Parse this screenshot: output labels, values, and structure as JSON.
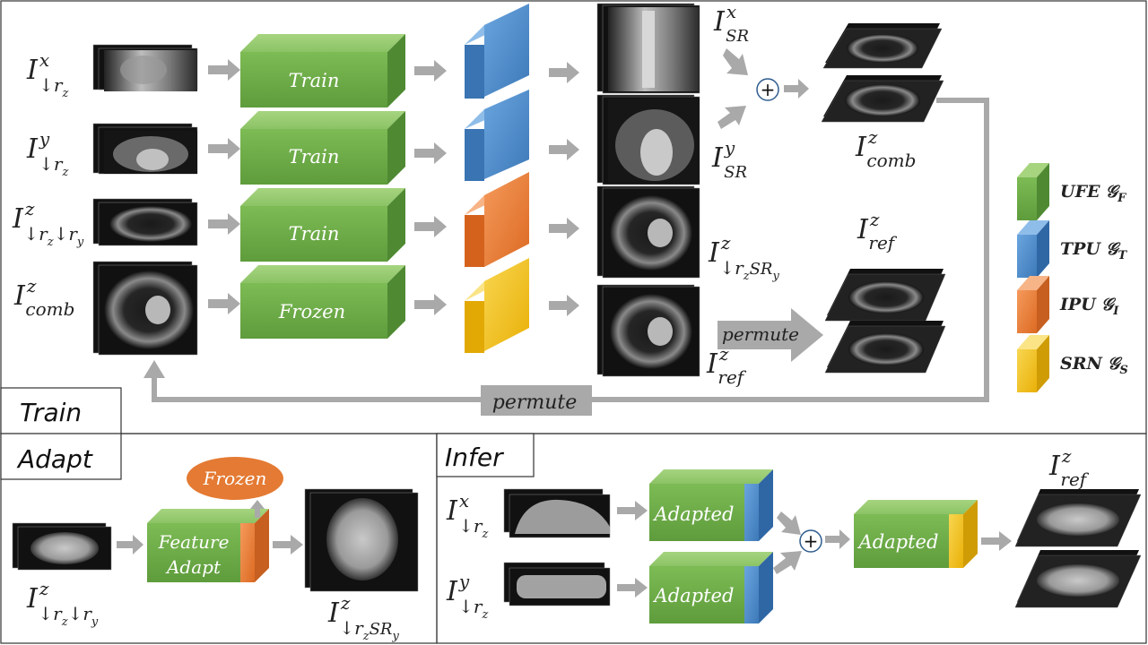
{
  "colors": {
    "ufe_green": "#6aaa45",
    "tpu_blue": "#4a86c5",
    "ipu_orange": "#e97a33",
    "srn_yellow": "#f2bf15",
    "arrow_gray": "#a9a9a9",
    "frozen_bubble": "#e47a33"
  },
  "sections": {
    "train": "Train",
    "adapt": "Adapt",
    "infer": "Infer"
  },
  "train": {
    "inputs": [
      {
        "main": "I",
        "sup": "x",
        "sub": "↓r",
        "subsub": "z",
        "tail": ""
      },
      {
        "main": "I",
        "sup": "y",
        "sub": "↓r",
        "subsub": "z",
        "tail": ""
      },
      {
        "main": "I",
        "sup": "z",
        "sub": "↓r",
        "subsub": "z",
        "tail": "↓r",
        "tailsub": "y"
      },
      {
        "main": "I",
        "sup": "z",
        "sub": "comb",
        "subsub": "",
        "tail": ""
      }
    ],
    "blocks": [
      "Train",
      "Train",
      "Train",
      "Frozen"
    ],
    "out_sr_x": {
      "main": "I",
      "sup": "x",
      "sub": "SR"
    },
    "out_sr_y": {
      "main": "I",
      "sup": "y",
      "sub": "SR"
    },
    "out_z_srY": {
      "main": "I",
      "sup": "z",
      "sub": "↓r",
      "subsub": "z",
      "tail": "SR",
      "tailsub": "y"
    },
    "out_ref": {
      "main": "I",
      "sup": "z",
      "sub": "ref"
    },
    "comb_label": {
      "main": "I",
      "sup": "z",
      "sub": "comb"
    },
    "ref_label": {
      "main": "I",
      "sup": "z",
      "sub": "ref"
    },
    "plus": "+",
    "permute_right": "permute",
    "permute_back": "permute"
  },
  "legend": [
    {
      "name": "UFE",
      "sym": "𝒢",
      "sub": "F",
      "color": "#6aaa45",
      "dark": "#4f8a33"
    },
    {
      "name": "TPU",
      "sym": "𝒢",
      "sub": "T",
      "color": "#4a86c5",
      "dark": "#2f67a5"
    },
    {
      "name": "IPU",
      "sym": "𝒢",
      "sub": "I",
      "color": "#e97a33",
      "dark": "#c65f1f"
    },
    {
      "name": "SRN",
      "sym": "𝒢",
      "sub": "S",
      "color": "#f2bf15",
      "dark": "#cf9c05"
    }
  ],
  "adapt": {
    "input": {
      "main": "I",
      "sup": "z",
      "sub": "↓r",
      "subsub": "z",
      "tail": "↓r",
      "tailsub": "y"
    },
    "block_line1": "Feature",
    "block_line2": "Adapt",
    "frozen": "Frozen",
    "output": {
      "main": "I",
      "sup": "z",
      "sub": "↓r",
      "subsub": "z",
      "tail": "SR",
      "tailsub": "y"
    }
  },
  "infer": {
    "input_x": {
      "main": "I",
      "sup": "x",
      "sub": "↓r",
      "subsub": "z"
    },
    "input_y": {
      "main": "I",
      "sup": "y",
      "sub": "↓r",
      "subsub": "z"
    },
    "block_top": "Adapted",
    "block_bottom": "Adapted",
    "block_final": "Adapted",
    "plus": "+",
    "output": {
      "main": "I",
      "sup": "z",
      "sub": "ref"
    }
  }
}
